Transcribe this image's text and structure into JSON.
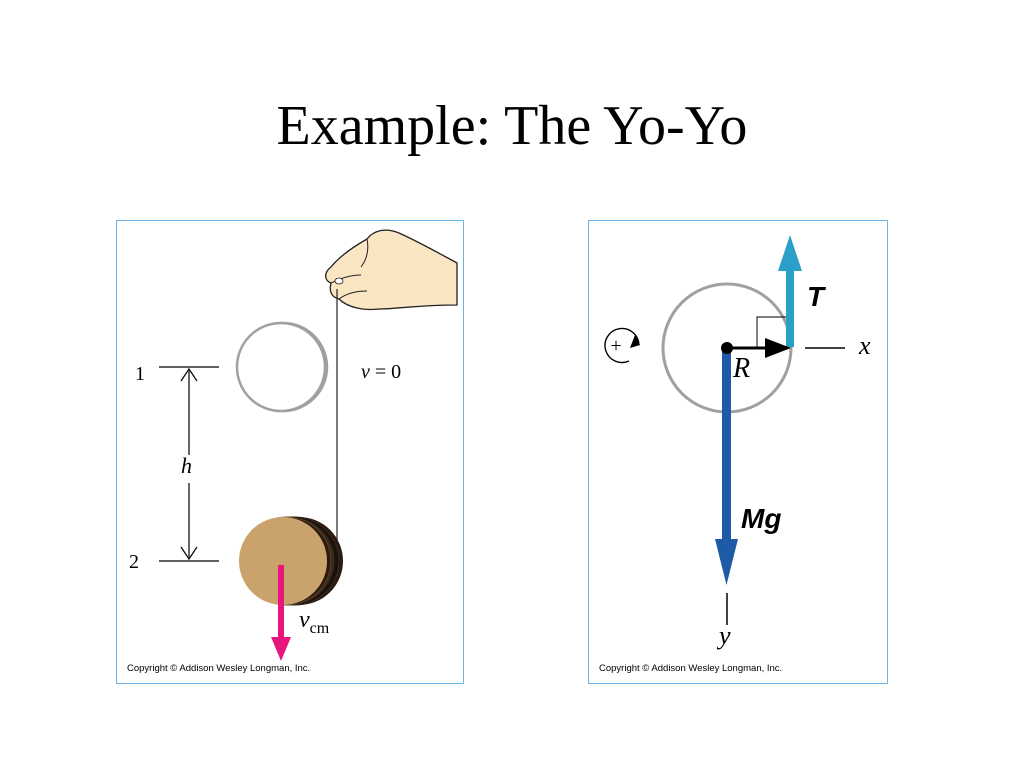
{
  "slide": {
    "title": "Example: The Yo-Yo"
  },
  "left_figure": {
    "copyright": "Copyright © Addison Wesley Longman, Inc.",
    "label_position_1": "1",
    "label_position_2": "2",
    "label_height": "h",
    "label_velocity_top_symbol": "v",
    "label_velocity_top_rest": " = 0",
    "label_vcm_symbol": "v",
    "label_vcm_subscript": "cm",
    "colors": {
      "yoyo_fill": "#c9a36b",
      "velocity_arrow": "#e8157d",
      "outline": "#a0a0a0"
    }
  },
  "right_figure": {
    "copyright": "Copyright © Addison Wesley Longman, Inc.",
    "label_tension": "T",
    "label_radius": "R",
    "label_weight": "Mg",
    "label_x_axis": "x",
    "label_y_axis": "y",
    "rotation_sign": "+",
    "colors": {
      "tension_arrow": "#2aa0c8",
      "weight_arrow": "#1f5aa6",
      "outline": "#a0a0a0"
    }
  }
}
